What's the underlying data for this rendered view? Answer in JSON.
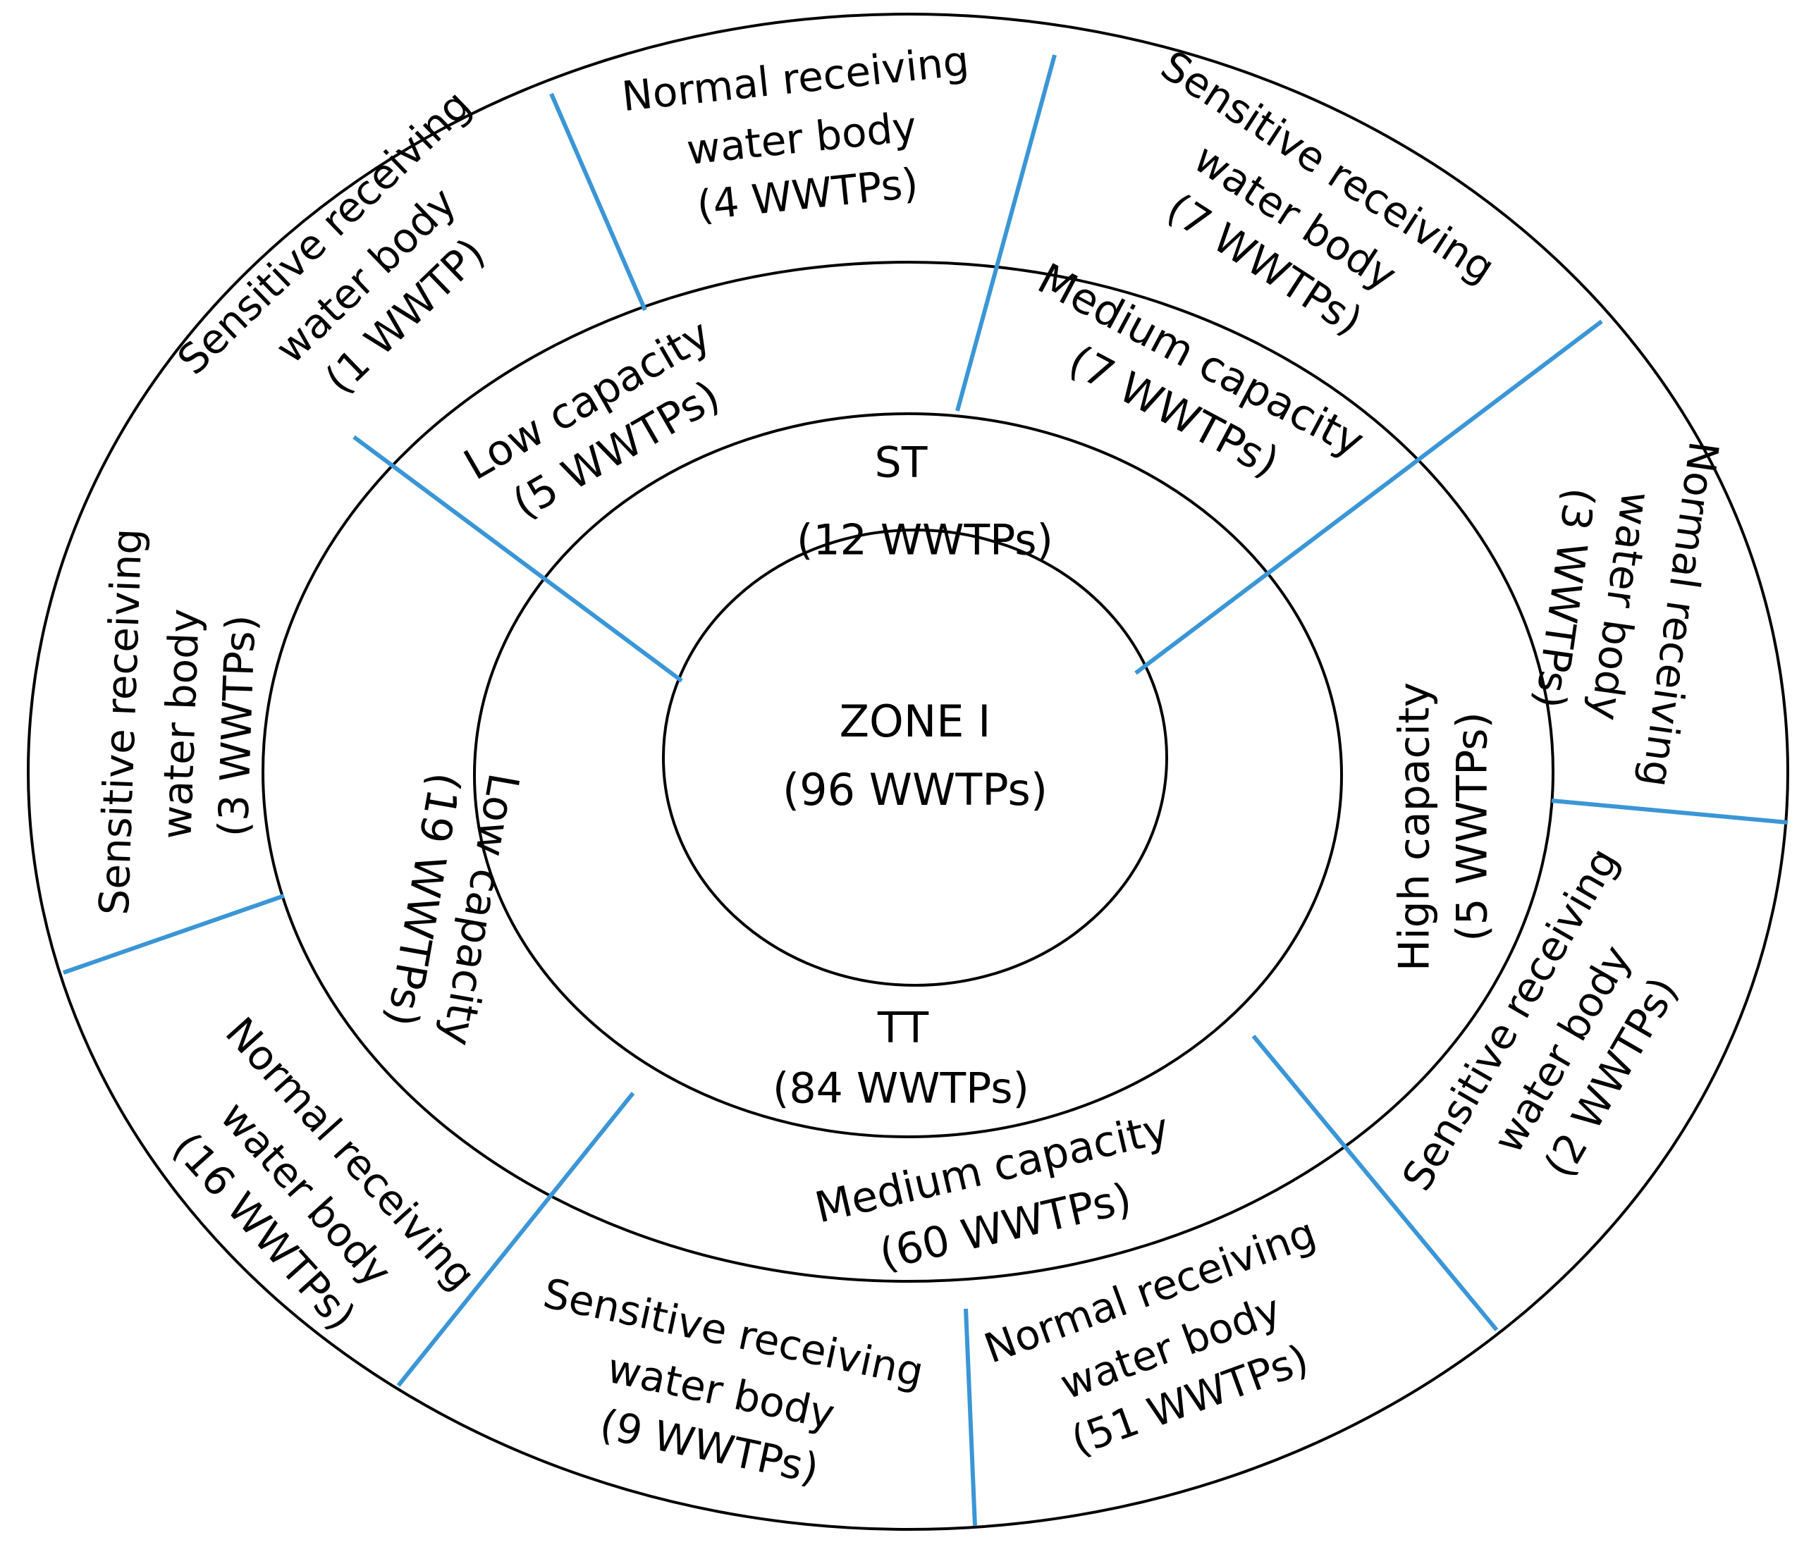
{
  "colors": {
    "outline": "#000000",
    "divider": "#3a96d6",
    "background": "#ffffff"
  },
  "core": {
    "title": "ZONE I",
    "count": "(96 WWTPs)"
  },
  "treatment": {
    "st": {
      "title": "ST",
      "count": "(12 WWTPs)"
    },
    "tt": {
      "title": "TT",
      "count": "(84 WWTPs)"
    }
  },
  "capacity": {
    "st_low": {
      "title": "Low capacity",
      "count": "(5 WWTPs)"
    },
    "st_medium": {
      "title": "Medium capacity",
      "count": "(7 WWTPs)"
    },
    "tt_high": {
      "title": "High capacity",
      "count": "(5 WWTPs)"
    },
    "tt_medium": {
      "title": "Medium capacity",
      "count": "(60 WWTPs)"
    },
    "tt_low": {
      "title": "Low capacity",
      "count": "(19 WWTPs)"
    }
  },
  "receiving": {
    "st_low_sensitive": {
      "line1": "Sensitive receiving",
      "line2": "water body",
      "count": "(1 WWTP)"
    },
    "st_low_normal": {
      "line1": "Normal receiving",
      "line2": "water body",
      "count": "(4 WWTPs)"
    },
    "st_medium_sensitive": {
      "line1": "Sensitive receiving",
      "line2": "water body",
      "count": "(7 WWTPs)"
    },
    "st_medium_normal": {
      "line1": "Normal receiving",
      "line2": "water body",
      "count": "(3 WWTPs)"
    },
    "tt_high_sensitive": {
      "line1": "Sensitive receiving",
      "line2": "water body",
      "count": "(2 WWTPs)"
    },
    "tt_medium_normal": {
      "line1": "Normal receiving",
      "line2": "water body",
      "count": "(51 WWTPs)"
    },
    "tt_medium_sensitive": {
      "line1": "Sensitive receiving",
      "line2": "water body",
      "count": "(9 WWTPs)"
    },
    "tt_low_normal": {
      "line1": "Normal receiving",
      "line2": "water body",
      "count": "(16 WWTPs)"
    },
    "tt_low_sensitive": {
      "line1": "Sensitive receiving",
      "line2": "water body",
      "count": "(3 WWTPs)"
    }
  }
}
